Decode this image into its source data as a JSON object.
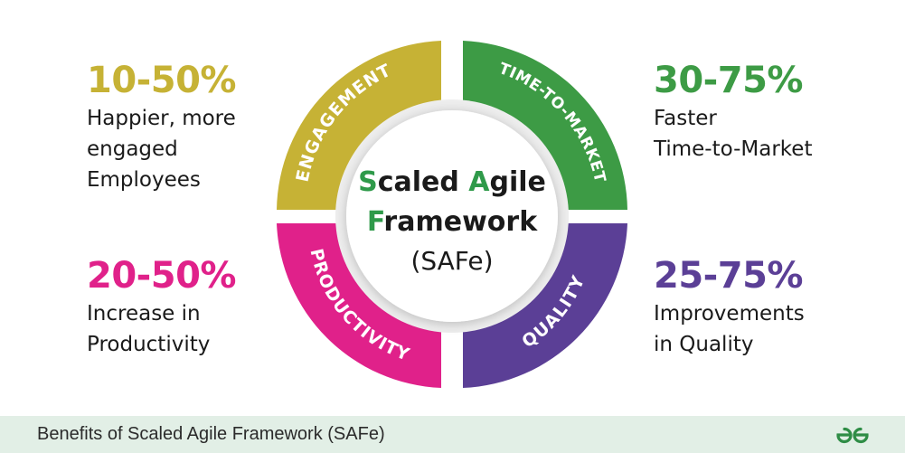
{
  "segments": {
    "engagement": {
      "label": "ENGAGEMENT",
      "color": "#c6b235",
      "percent": "10-50%",
      "description": [
        "Happier, more",
        "engaged",
        "Employees"
      ]
    },
    "time_to_market": {
      "label": "TIME-TO-MARKET",
      "color": "#3d9b45",
      "percent": "30-75%",
      "description": [
        "Faster",
        "Time-to-Market"
      ]
    },
    "productivity": {
      "label": "PRODUCTIVITY",
      "color": "#e0218a",
      "percent": "20-50%",
      "description": [
        "Increase in",
        "Productivity"
      ]
    },
    "quality": {
      "label": "QUALITY",
      "color": "#5b3f96",
      "percent": "25-75%",
      "description": [
        "Improvements",
        "in Quality"
      ]
    }
  },
  "center": {
    "line1": {
      "initial": "S",
      "rest": "caled ",
      "initial2": "A",
      "rest2": "gile"
    },
    "line2": {
      "initial": "F",
      "rest": "ramework"
    },
    "line3": "(SAFe)",
    "accent_color": "#2f9a4a"
  },
  "footer": {
    "caption": "Benefits of Scaled Agile Framework (SAFe)",
    "logo_icon": "geeksforgeeks-logo-icon",
    "logo_color": "#2f8d46"
  }
}
